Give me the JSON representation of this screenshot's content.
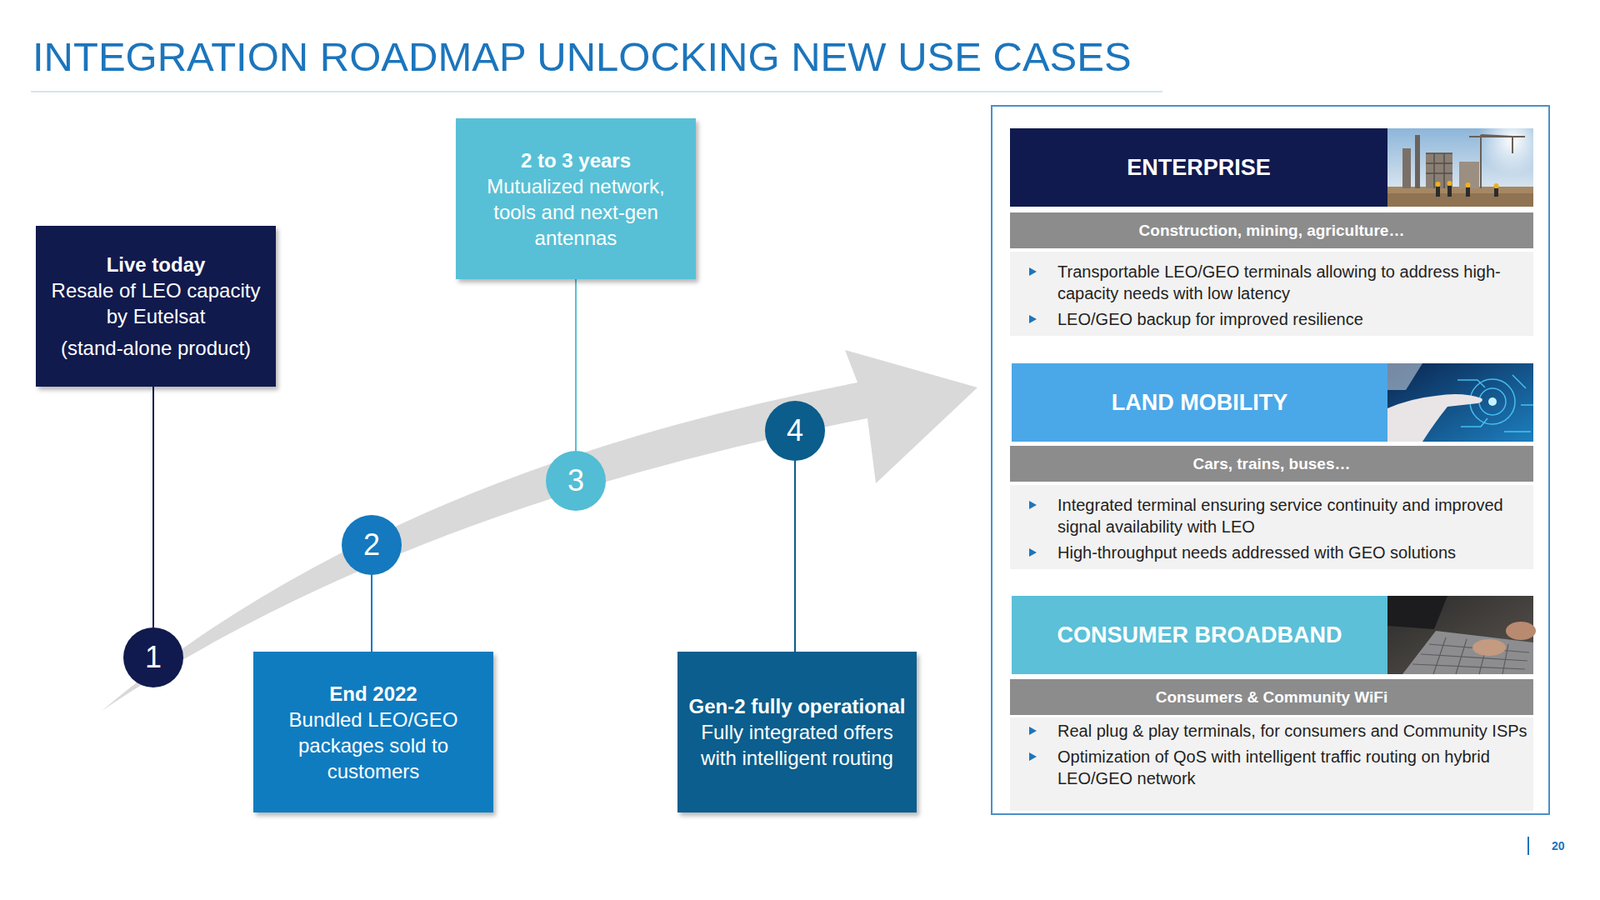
{
  "diagram": {
    "title": "INTEGRATION ROADMAP UNLOCKING NEW USE CASES",
    "nodes": [
      {
        "text": [
          "Live today",
          "Resale of LEO capacity by Eutelsat",
          "(stand-alone product)"
        ]
      },
      {
        "text": [
          "1"
        ]
      },
      {
        "text": [
          "2"
        ]
      },
      {
        "text": [
          "End 2022",
          "Bundled LEO/GEO packages sold to customers"
        ]
      },
      {
        "text": [
          "2 to 3 years",
          "Mutualized network, tools and next-gen antennas"
        ]
      },
      {
        "text": [
          "3"
        ]
      },
      {
        "text": [
          "4"
        ]
      },
      {
        "text": [
          "Gen-2 fully operational",
          "Fully integrated offers with intelligent routing"
        ]
      },
      {
        "text": [
          "ENTERPRISE"
        ]
      },
      {
        "text": [
          "Construction, mining, agriculture…"
        ]
      },
      {
        "text": [
          "Transportable LEO/GEO terminals allowing to address high-capacity needs with low latency",
          "LEO/GEO backup for improved resilience"
        ]
      },
      {
        "text": [
          "LAND MOBILITY"
        ]
      },
      {
        "text": [
          "Cars, trains, buses…"
        ]
      },
      {
        "text": [
          "Integrated terminal ensuring service continuity and improved signal availability with LEO",
          "High-throughput needs addressed with GEO solutions"
        ]
      },
      {
        "text": [
          "CONSUMER BROADBAND"
        ]
      },
      {
        "text": [
          "Consumers & Community WiFi"
        ]
      },
      {
        "text": [
          "Real plug & play terminals, for consumers and Community ISPs",
          "Optimization of QoS with intelligent traffic routing on hybrid LEO/GEO network"
        ]
      }
    ],
    "edges": [
      {
        "from": 0,
        "to": 1,
        "arrow": "none"
      },
      {
        "from": 2,
        "to": 3,
        "arrow": "none"
      },
      {
        "from": 4,
        "to": 5,
        "arrow": "none"
      },
      {
        "from": 6,
        "to": 7,
        "arrow": "none"
      }
    ],
    "labels": [
      "20"
    ]
  }
}
